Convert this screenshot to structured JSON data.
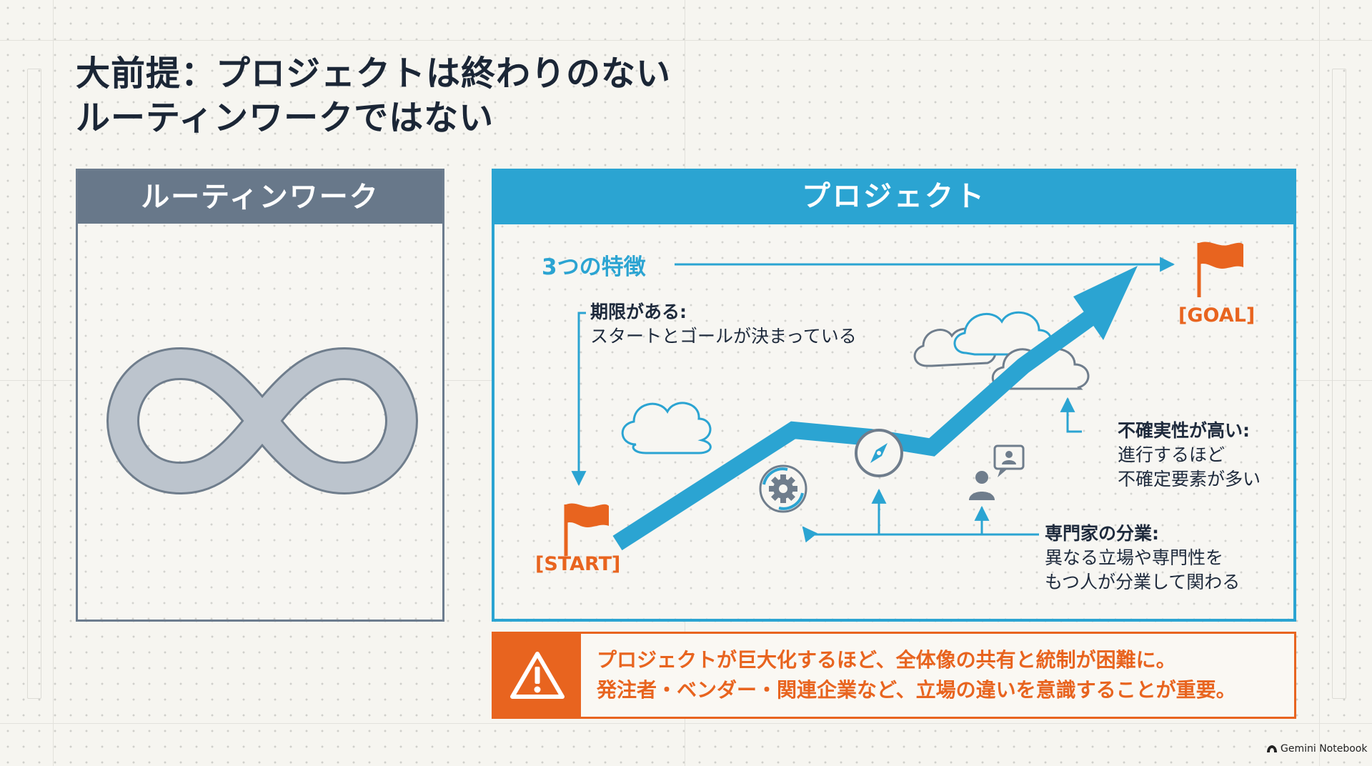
{
  "title": {
    "line1": "大前提：プロジェクトは終わりのない",
    "line2": "ルーティンワークではない"
  },
  "routine": {
    "header": "ルーティンワーク",
    "icon": "infinity-icon"
  },
  "project": {
    "header": "プロジェクト",
    "features_label": "3つの特徴",
    "goal_label": "[GOAL]",
    "start_label": "[START]",
    "features": [
      {
        "title": "期限がある:",
        "lines": [
          "スタートとゴールが決まっている"
        ]
      },
      {
        "title": "不確実性が高い:",
        "lines": [
          "進行するほど",
          "不確定要素が多い"
        ]
      },
      {
        "title": "専門家の分業:",
        "lines": [
          "異なる立場や専門性を",
          "もつ人が分業して関わる"
        ]
      }
    ]
  },
  "warning": {
    "icon": "warning-icon",
    "line1": "プロジェクトが巨大化するほど、全体像の共有と統制が困難に。",
    "line2": "発注者・ベンダー・関連企業など、立場の違いを意識することが重要。"
  },
  "watermark": "Gemini Notebook",
  "colors": {
    "accent_blue": "#2ba4d2",
    "accent_orange": "#e8641f",
    "routine_gray": "#68788a",
    "title_navy": "#1b2636"
  }
}
